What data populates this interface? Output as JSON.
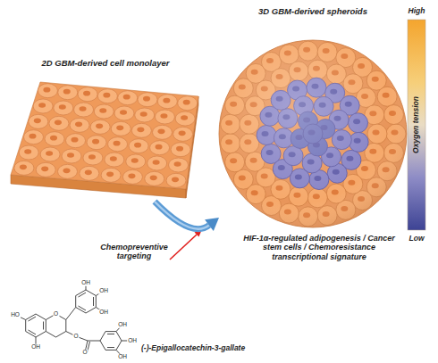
{
  "diagram": {
    "nodes": [
      {
        "text": [
          "2D GBM-derived cell monolayer"
        ]
      },
      {
        "text": [
          "3D GBM-derived spheroids"
        ]
      }
    ],
    "edges": [
      {
        "from": 0,
        "to": 1,
        "arrow": "to"
      }
    ],
    "labels": [
      "High",
      "Oxygen tension",
      "Low",
      "HIF-1α-regulated adipogenesis / Cancer stem cells / Chemoresistance transcriptional signature",
      "Chemopreventive targeting",
      "(-)-Epigallocatechin-3-gallate",
      "HO",
      "OH",
      "OH",
      "OH",
      "OH",
      "OH",
      "OH",
      "OH",
      "O",
      "O",
      "O"
    ]
  }
}
